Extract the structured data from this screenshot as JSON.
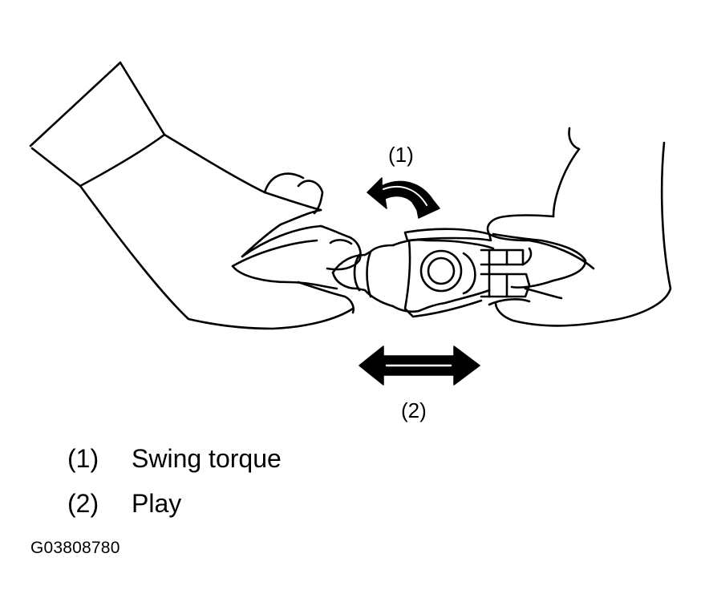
{
  "callouts": {
    "swing": "(1)",
    "play": "(2)"
  },
  "legend": [
    {
      "number": "(1)",
      "text": "Swing torque"
    },
    {
      "number": "(2)",
      "text": "Play"
    }
  ],
  "figure_code": "G03808780",
  "colors": {
    "ink": "#000000",
    "paper": "#ffffff"
  }
}
